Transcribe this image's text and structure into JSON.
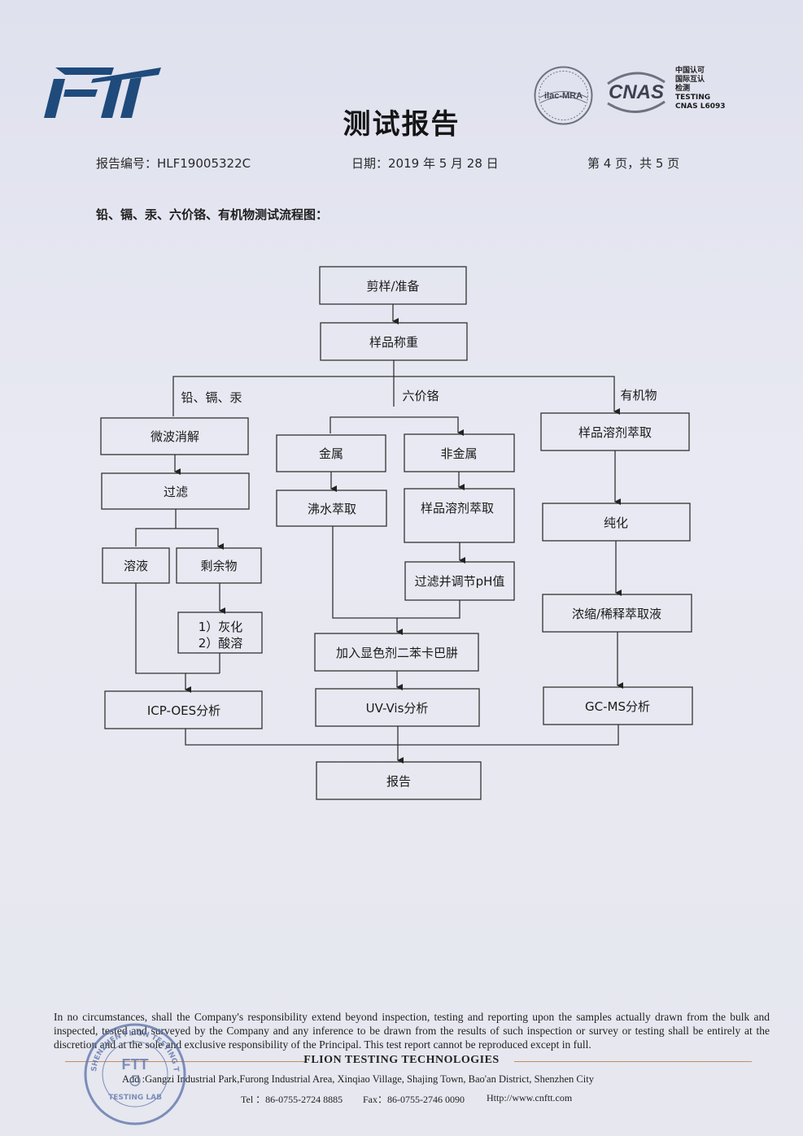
{
  "header": {
    "logo_text": "FTT",
    "title": "测试报告",
    "ilac_text": "ilac-MRA",
    "cnas_logo_text": "CNAS",
    "cnas_text": "中国认可\n国际互认\n检测\nTESTING\nCNAS L6093",
    "report_no": "报告编号：HLF19005322C",
    "date": "日期：2019 年 5 月 28 日",
    "page": "第 4 页，共 5 页"
  },
  "section_title": "铅、镉、汞、六价铬、有机物测试流程图：",
  "flow": {
    "cut": "剪样/准备",
    "weigh": "样品称重",
    "branch_metal": "铅、镉、汞",
    "branch_cr6": "六价铬",
    "branch_org": "有机物",
    "microwave": "微波消解",
    "filter": "过滤",
    "solution": "溶液",
    "residue": "剩余物",
    "ash": "1）灰化",
    "acid": "2）酸溶",
    "icp": "ICP-OES分析",
    "metal": "金属",
    "nonmetal": "非金属",
    "boil": "沸水萃取",
    "solvent_ext": "样品溶剂萃取",
    "filter_ph": "过滤并调节pH值",
    "reagent": "加入显色剂二苯卡巴肼",
    "uv": "UV-Vis分析",
    "org_ext": "样品溶剂萃取",
    "purify": "纯化",
    "concentrate": "浓缩/稀释萃取液",
    "gcms": "GC-MS分析",
    "report": "报告"
  },
  "footer": {
    "disclaimer": "In no circumstances, shall the Company's responsibility extend beyond inspection, testing and reporting upon the samples actually drawn from the bulk and inspected, tested and surveyed by the Company and any inference to be drawn from the results of such inspection or survey or testing shall be entirely at the discretion and at the sole and exclusive responsibility of the Principal. This test report cannot be reproduced except in full.",
    "company": "FLION TESTING TECHNOLOGIES",
    "address": "Add :Gangzi Industrial Park,Furong Industrial Area, Xinqiao Village, Shajing Town, Bao'an District, Shenzhen City",
    "tel": "Tel ：86-0755-2724 8885",
    "fax": "Fax：86-0755-2746 0090",
    "web": "Http://www.cnftt.com",
    "stamp_text": "SHENZHEN FLION TESTING TECHNOLOGIES CO.,LTD",
    "stamp_bottom": "TESTING LAB",
    "stamp_logo": "FTT"
  },
  "colors": {
    "logo_blue": "#1f4a7c",
    "cnas_gray": "#6e7280",
    "stamp_blue": "#5870a8"
  }
}
